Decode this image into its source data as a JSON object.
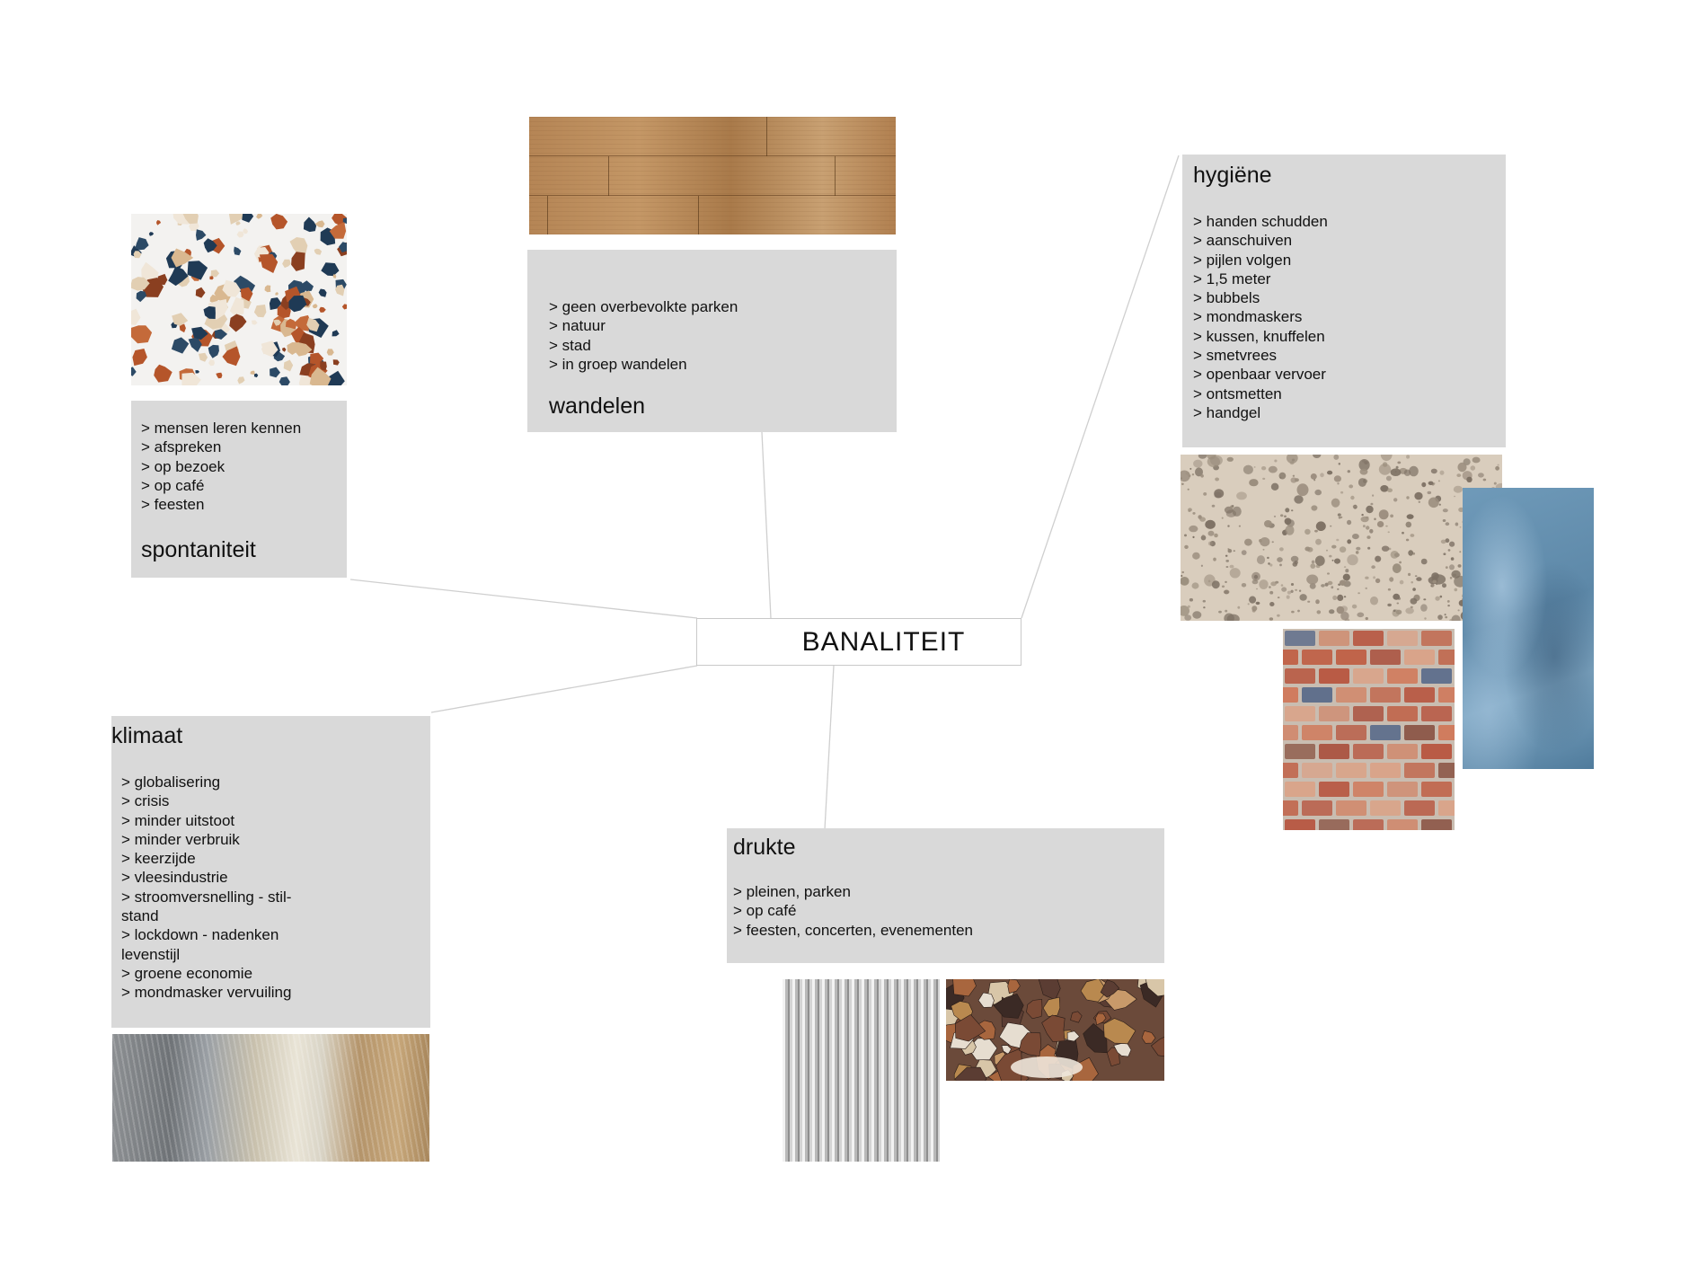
{
  "center": {
    "label": "BANALITEIT"
  },
  "colors": {
    "box": "#d9d9d9",
    "line": "#cfcfcf",
    "text": "#111111"
  },
  "nodes": {
    "spontaniteit": {
      "title": "spontaniteit",
      "items": [
        "> mensen leren kennen",
        "> afspreken",
        "> op bezoek",
        "> op café",
        "> feesten"
      ]
    },
    "wandelen": {
      "title": "wandelen",
      "items": [
        "> geen overbevolkte parken",
        "> natuur",
        "> stad",
        "> in groep wandelen"
      ]
    },
    "hygiene": {
      "title": "hygiëne",
      "items": [
        "> handen schudden",
        "> aanschuiven",
        "> pijlen volgen",
        "> 1,5 meter",
        "> bubbels",
        "> mondmaskers",
        "> kussen, knuffelen",
        "> smetvrees",
        "> openbaar vervoer",
        "> ontsmetten",
        "> handgel"
      ]
    },
    "klimaat": {
      "title": "klimaat",
      "items": [
        "> globalisering",
        "> crisis",
        "> minder uitstoot",
        "> minder verbruik",
        "> keerzijde",
        "> vleesindustrie",
        "> stroomversnelling - stil-stand",
        "> lockdown - nadenken levenstijl",
        "> groene economie",
        "> mondmasker vervuiling"
      ]
    },
    "drukte": {
      "title": "drukte",
      "items": [
        "> pleinen, parken",
        "> op café",
        "> feesten, concerten, evenementen"
      ]
    }
  },
  "images": [
    "terrazzo-texture",
    "wood-texture",
    "foam-texture",
    "blue-latex-texture",
    "brick-texture",
    "yarn-texture",
    "corrugated-metal-texture",
    "marble-texture"
  ]
}
